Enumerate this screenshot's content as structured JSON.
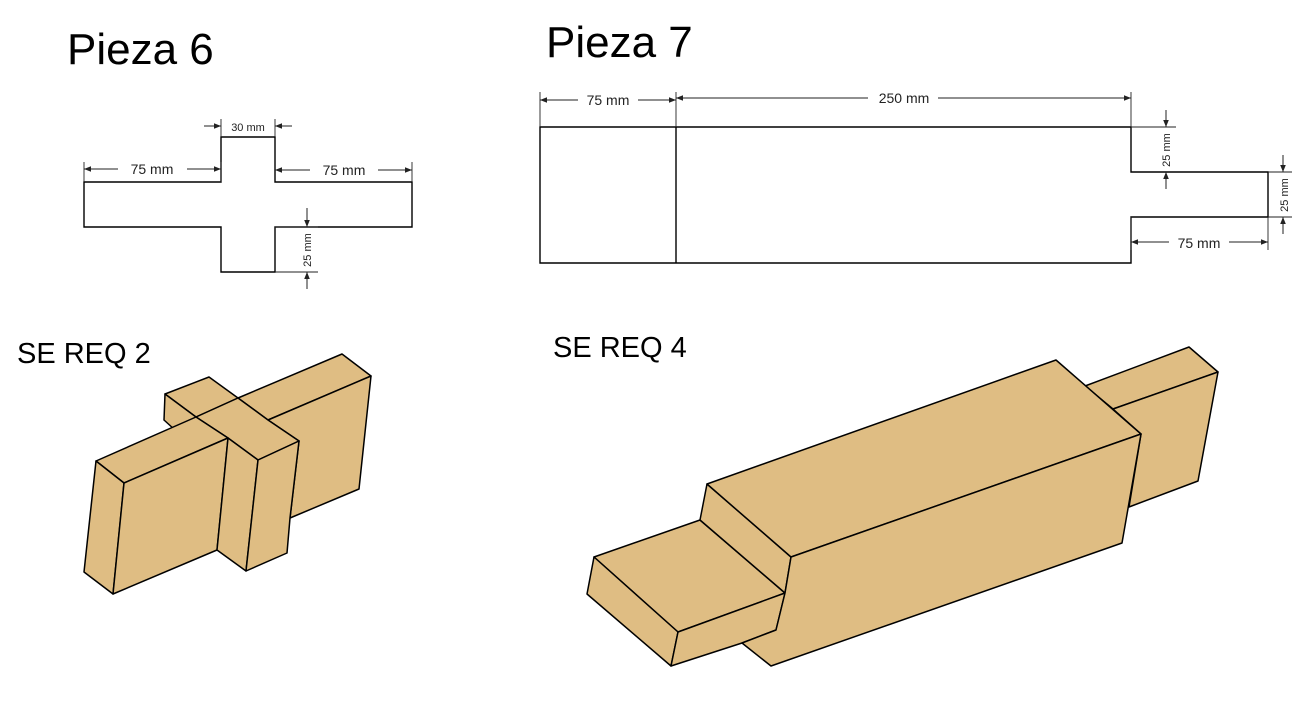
{
  "piece6": {
    "title": "Pieza 6",
    "quantity_label": "SE REQ 2",
    "dims": {
      "top": "30 mm",
      "left": "75 mm",
      "right": "75 mm",
      "thickness": "25 mm"
    }
  },
  "piece7": {
    "title": "Pieza 7",
    "quantity_label": "SE REQ 4",
    "dims": {
      "left": "75 mm",
      "main": "250 mm",
      "step": "25 mm",
      "tab_height": "25 mm",
      "tab_length": "75 mm"
    }
  },
  "colors": {
    "wood": "#dfbd83",
    "line": "#000000",
    "background": "#ffffff"
  }
}
